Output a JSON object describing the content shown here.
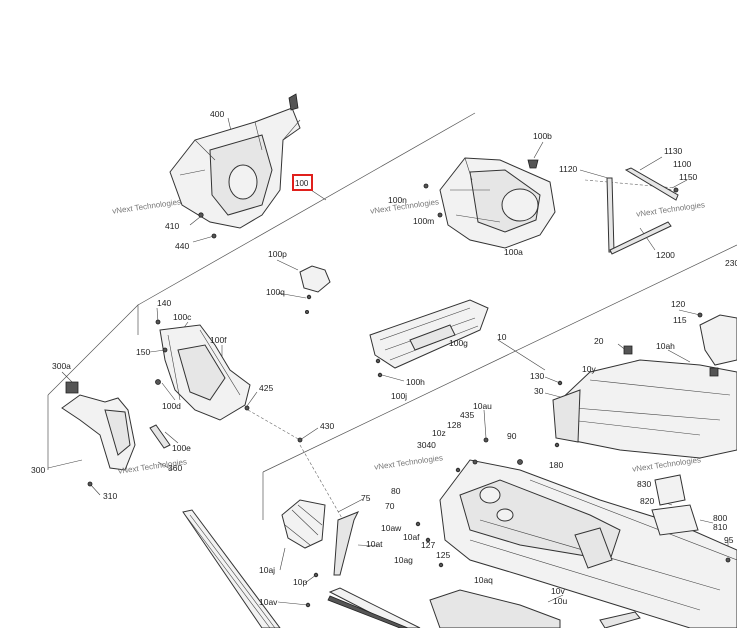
{
  "diagram": {
    "highlighted_callout": "100",
    "callouts": {
      "c400": "400",
      "c410": "410",
      "c440": "440",
      "c100b": "100b",
      "c100n": "100n",
      "c100m": "100m",
      "c100a": "100a",
      "c1120": "1120",
      "c1130": "1130",
      "c1100": "1100",
      "c1150": "1150",
      "c1200": "1200",
      "c230": "230",
      "c100p": "100p",
      "c100q": "100q",
      "c140": "140",
      "c100c": "100c",
      "c150": "150",
      "c100f": "100f",
      "c100d": "100d",
      "c425": "425",
      "c100e": "100e",
      "c430": "430",
      "c300a": "300a",
      "c300": "300",
      "c310": "310",
      "c360": "360",
      "c100g": "100g",
      "c10": "10",
      "c100h": "100h",
      "c100j": "100j",
      "c120": "120",
      "c115": "115",
      "c20": "20",
      "c10ah": "10ah",
      "c130": "130",
      "c10y": "10y",
      "c30": "30",
      "c10au": "10au",
      "c435": "435",
      "c128": "128",
      "c10z": "10z",
      "c3040": "3040",
      "c90": "90",
      "c180": "180",
      "c830": "830",
      "c820": "820",
      "c800": "800",
      "c810": "810",
      "c95": "95",
      "c75": "75",
      "c80": "80",
      "c70": "70",
      "c10aw": "10aw",
      "c10af": "10af",
      "c127": "127",
      "c125": "125",
      "c10at": "10at",
      "c10ag": "10ag",
      "c10aq": "10aq",
      "c10aj": "10aj",
      "c10p": "10p",
      "c10av": "10av",
      "c10v": "10v",
      "c10u": "10u"
    },
    "watermark_text": "vNext Technologies"
  }
}
